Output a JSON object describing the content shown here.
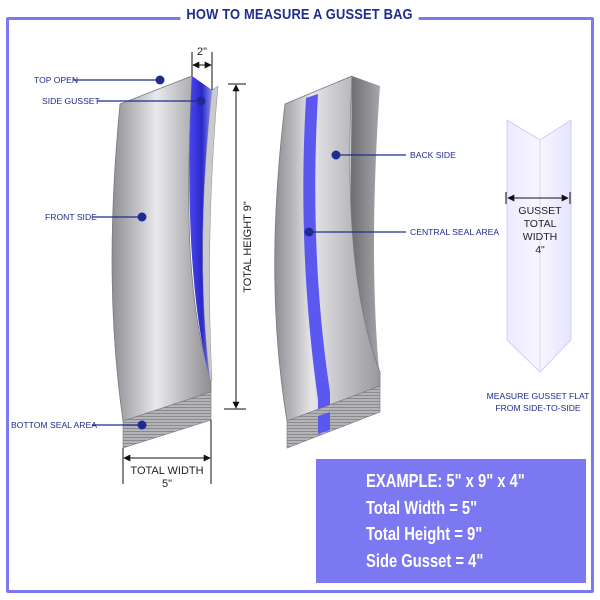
{
  "title": "HOW TO MEASURE A GUSSET BAG",
  "labels": {
    "top_open": "TOP OPEN",
    "side_gusset": "SIDE GUSSET",
    "front_side": "FRONT SIDE",
    "bottom_seal_area": "BOTTOM SEAL AREA",
    "back_side": "BACK SIDE",
    "central_seal_area": "CENTRAL SEAL AREA"
  },
  "dimensions": {
    "gusset_top": "2\"",
    "total_height": "TOTAL HEIGHT 9\"",
    "total_width_label": "TOTAL WIDTH",
    "total_width_value": "5\""
  },
  "gusset_flat": {
    "line1": "GUSSET",
    "line2": "TOTAL",
    "line3": "WIDTH",
    "line4": "4\"",
    "caption1": "MEASURE GUSSET FLAT",
    "caption2": "FROM SIDE-TO-SIDE"
  },
  "example": {
    "line1": "EXAMPLE: 5\" x 9\" x 4\"",
    "line2": "Total Width = 5\"",
    "line3": "Total Height = 9\"",
    "line4": "Side Gusset = 4\""
  },
  "colors": {
    "accent": "#7b78f2",
    "navy": "#1f2c8f",
    "gusset_blue": "#3d3ae8",
    "bag_gray": "#a9a9ad"
  },
  "icons": [
    "callout-dot-icon",
    "dimension-arrow-icon"
  ]
}
